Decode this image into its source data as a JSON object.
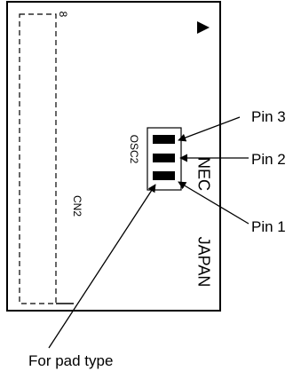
{
  "board": {
    "pin1_marker": "8",
    "connector_label": "CN2",
    "oscillator_label": "OSC2",
    "maker": "NEC",
    "country": "JAPAN"
  },
  "callouts": {
    "pin3": "Pin 3",
    "pin2": "Pin 2",
    "pin1": "Pin 1",
    "pad": "For pad type"
  }
}
